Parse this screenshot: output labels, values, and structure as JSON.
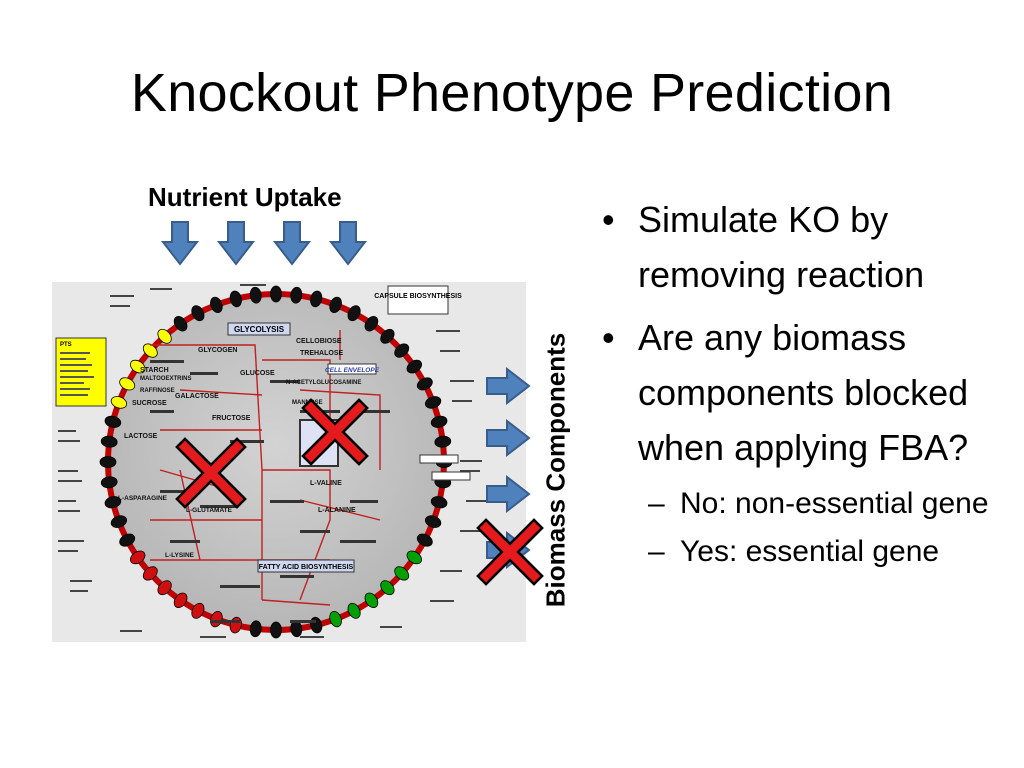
{
  "slide": {
    "title": "Knockout Phenotype Prediction",
    "nutrient_label": "Nutrient Uptake",
    "biomass_label": "Biomass Components"
  },
  "map_labels": {
    "glycolysis": "GLYCOLYSIS",
    "capsule": "CAPSULE BIOSYNTHESIS",
    "cell_envelope": "CELL ENVELOPE",
    "fatty_acid": "FATTY ACID BIOSYNTHESIS",
    "glycogen": "GLYCOGEN",
    "glucose": "GLUCOSE",
    "starch": "STARCH",
    "maltooextrins": "MALTOOEXTRINS",
    "sucrose": "SUCROSE",
    "galactose": "GALACTOSE",
    "lactose": "LACTOSE",
    "fructose": "FRUCTOSE",
    "trehalose": "TREHALOSE",
    "cellobiose": "CELLOBIOSE",
    "raffinose": "RAFFINOSE",
    "n_acetylglucosamine": "N-ACETYLGLUCOSAMINE",
    "mannose": "MANNOSE",
    "l_valine": "L-VALINE",
    "l_alanine": "L-ALANINE",
    "l_asparagine": "L-ASPARAGINE",
    "l_glutamate": "L-GLUTAMATE",
    "l_lysine": "L-LYSINE",
    "pts": "PTS"
  },
  "bullets": [
    {
      "text": "Simulate KO by removing reaction",
      "sub": []
    },
    {
      "text": "Are any biomass components blocked when applying FBA?",
      "sub": [
        "No: non-essential gene",
        "Yes: essential gene"
      ]
    }
  ],
  "colors": {
    "arrow_fill": "#4f81bd",
    "arrow_stroke": "#385d8a",
    "knockout_x": "#e41a1c",
    "ring": "#c00000",
    "interior": "#c6c6c6",
    "magenta": "#c000c0",
    "green": "#00a000",
    "yellow": "#ffff00"
  },
  "icons": [
    "down-arrow-icon",
    "right-arrow-icon",
    "knockout-x-icon"
  ]
}
